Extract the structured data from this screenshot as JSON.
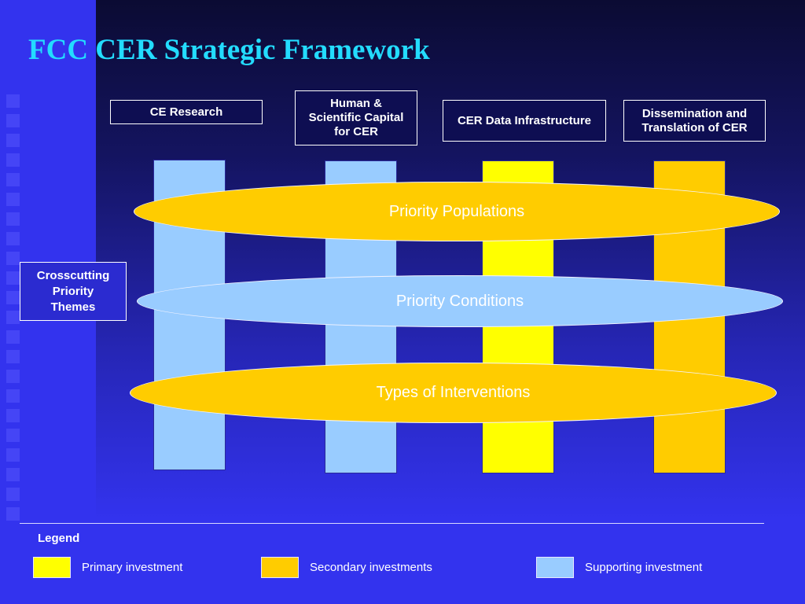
{
  "title": "FCC CER Strategic Framework",
  "colors": {
    "primary": "#ffff00",
    "secondary": "#ffcc00",
    "supporting": "#99ccff",
    "title": "#23dcff",
    "background": "#3333ee"
  },
  "pillars": [
    {
      "label": "CE Research",
      "investment": "supporting"
    },
    {
      "label": "Human &\nScientific Capital\nfor CER",
      "investment": "supporting"
    },
    {
      "label": "CER Data Infrastructure",
      "investment": "primary"
    },
    {
      "label": "Dissemination and\nTranslation of CER",
      "investment": "secondary"
    }
  ],
  "crosscutting": {
    "label": "Crosscutting\nPriority\nThemes",
    "themes": [
      {
        "label": "Priority Populations",
        "investment": "secondary"
      },
      {
        "label": "Priority Conditions",
        "investment": "supporting"
      },
      {
        "label": "Types of Interventions",
        "investment": "secondary"
      }
    ]
  },
  "legend": {
    "title": "Legend",
    "items": [
      {
        "label": "Primary investment",
        "investment": "primary"
      },
      {
        "label": "Secondary investments",
        "investment": "secondary"
      },
      {
        "label": "Supporting investment",
        "investment": "supporting"
      }
    ]
  }
}
